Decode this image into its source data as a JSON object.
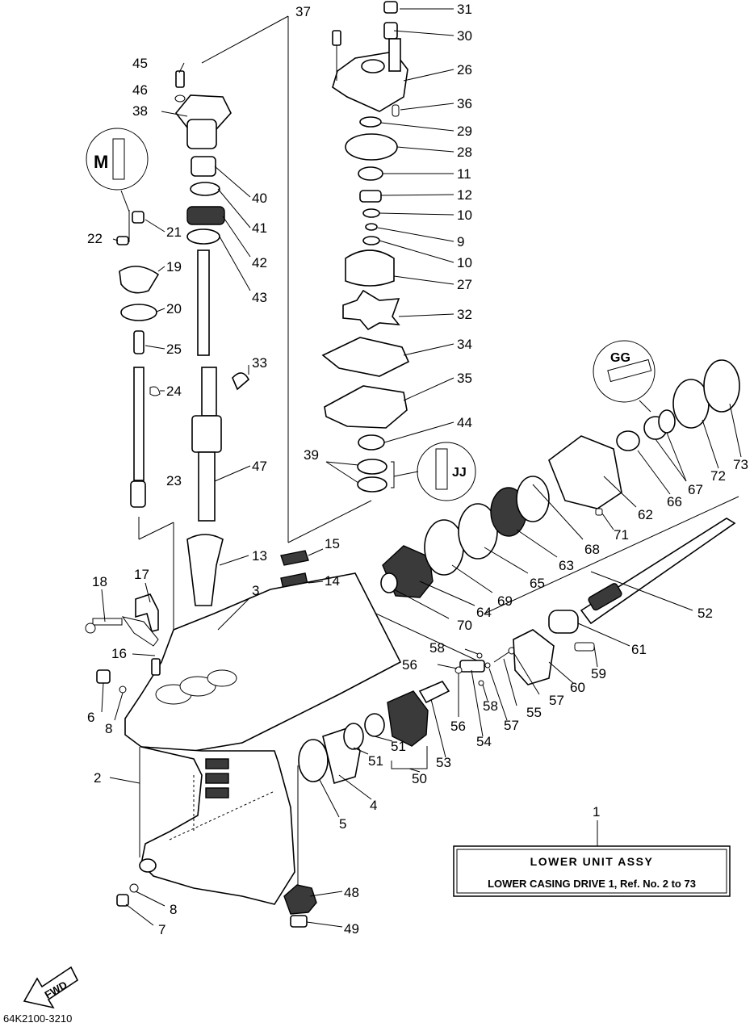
{
  "assembly": {
    "callout_number": "1",
    "title": "LOWER UNIT ASSY",
    "subtitle": "LOWER CASING DRIVE 1, Ref. No. 2 to 73"
  },
  "drawing_code": "64K2100-3210",
  "fwd_label": "FWD",
  "sealant_marks": [
    "M",
    "GG",
    "JJ"
  ],
  "callouts": [
    {
      "id": "31",
      "label": "31"
    },
    {
      "id": "37",
      "label": "37"
    },
    {
      "id": "30",
      "label": "30"
    },
    {
      "id": "26",
      "label": "26"
    },
    {
      "id": "45",
      "label": "45"
    },
    {
      "id": "46",
      "label": "46"
    },
    {
      "id": "36",
      "label": "36"
    },
    {
      "id": "38",
      "label": "38"
    },
    {
      "id": "29",
      "label": "29"
    },
    {
      "id": "28",
      "label": "28"
    },
    {
      "id": "11",
      "label": "11"
    },
    {
      "id": "40",
      "label": "40"
    },
    {
      "id": "12",
      "label": "12"
    },
    {
      "id": "10a",
      "label": "10"
    },
    {
      "id": "41",
      "label": "41"
    },
    {
      "id": "21",
      "label": "21"
    },
    {
      "id": "22",
      "label": "22"
    },
    {
      "id": "9",
      "label": "9"
    },
    {
      "id": "10b",
      "label": "10"
    },
    {
      "id": "42",
      "label": "42"
    },
    {
      "id": "19",
      "label": "19"
    },
    {
      "id": "27",
      "label": "27"
    },
    {
      "id": "43",
      "label": "43"
    },
    {
      "id": "20",
      "label": "20"
    },
    {
      "id": "32",
      "label": "32"
    },
    {
      "id": "34",
      "label": "34"
    },
    {
      "id": "25",
      "label": "25"
    },
    {
      "id": "33",
      "label": "33"
    },
    {
      "id": "35",
      "label": "35"
    },
    {
      "id": "24",
      "label": "24"
    },
    {
      "id": "44",
      "label": "44"
    },
    {
      "id": "39",
      "label": "39"
    },
    {
      "id": "47",
      "label": "47"
    },
    {
      "id": "73",
      "label": "73"
    },
    {
      "id": "23",
      "label": "23"
    },
    {
      "id": "67",
      "label": "67"
    },
    {
      "id": "72",
      "label": "72"
    },
    {
      "id": "66",
      "label": "66"
    },
    {
      "id": "62",
      "label": "62"
    },
    {
      "id": "71",
      "label": "71"
    },
    {
      "id": "68",
      "label": "68"
    },
    {
      "id": "15",
      "label": "15"
    },
    {
      "id": "63",
      "label": "63"
    },
    {
      "id": "13",
      "label": "13"
    },
    {
      "id": "17",
      "label": "17"
    },
    {
      "id": "18",
      "label": "18"
    },
    {
      "id": "14",
      "label": "14"
    },
    {
      "id": "65",
      "label": "65"
    },
    {
      "id": "3",
      "label": "3"
    },
    {
      "id": "69",
      "label": "69"
    },
    {
      "id": "52",
      "label": "52"
    },
    {
      "id": "64",
      "label": "64"
    },
    {
      "id": "70",
      "label": "70"
    },
    {
      "id": "61",
      "label": "61"
    },
    {
      "id": "58a",
      "label": "58"
    },
    {
      "id": "16",
      "label": "16"
    },
    {
      "id": "56a",
      "label": "56"
    },
    {
      "id": "59",
      "label": "59"
    },
    {
      "id": "60",
      "label": "60"
    },
    {
      "id": "57a",
      "label": "57"
    },
    {
      "id": "55",
      "label": "55"
    },
    {
      "id": "58b",
      "label": "58"
    },
    {
      "id": "6",
      "label": "6"
    },
    {
      "id": "8a",
      "label": "8"
    },
    {
      "id": "57b",
      "label": "57"
    },
    {
      "id": "56b",
      "label": "56"
    },
    {
      "id": "54",
      "label": "54"
    },
    {
      "id": "51a",
      "label": "51"
    },
    {
      "id": "51b",
      "label": "51"
    },
    {
      "id": "53",
      "label": "53"
    },
    {
      "id": "2",
      "label": "2"
    },
    {
      "id": "50",
      "label": "50"
    },
    {
      "id": "4",
      "label": "4"
    },
    {
      "id": "5",
      "label": "5"
    },
    {
      "id": "48",
      "label": "48"
    },
    {
      "id": "8b",
      "label": "8"
    },
    {
      "id": "7",
      "label": "7"
    },
    {
      "id": "49",
      "label": "49"
    }
  ]
}
